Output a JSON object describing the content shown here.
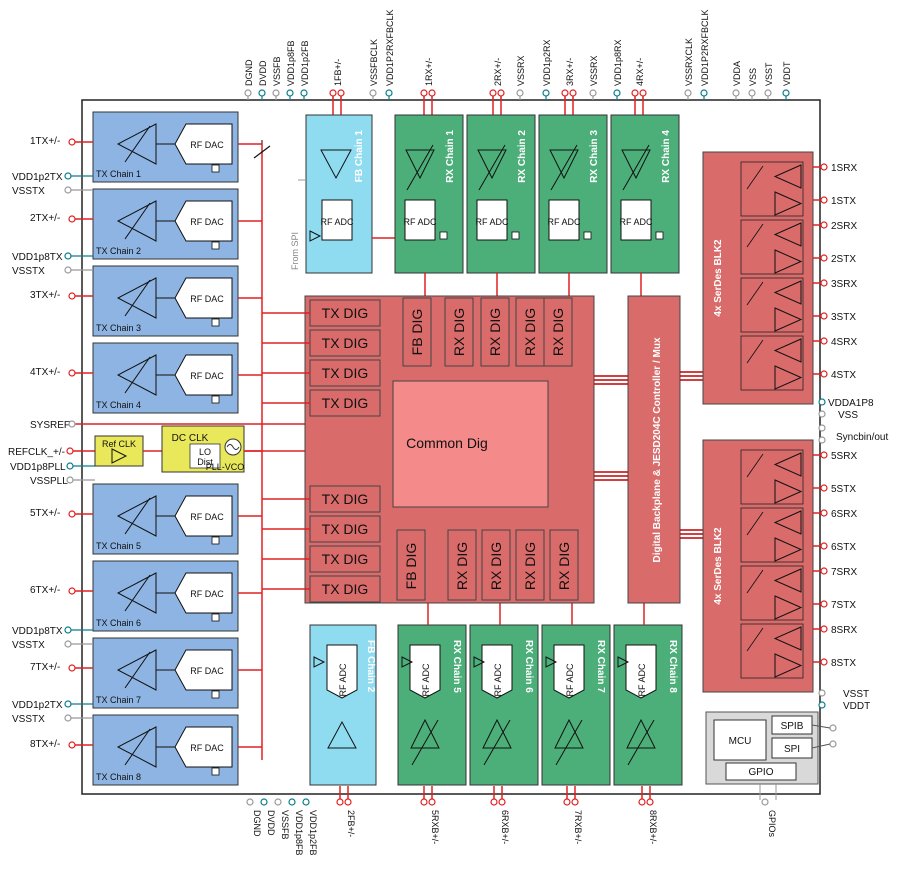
{
  "colors": {
    "tx_fill": "#8db4e2",
    "fb_fill": "#8fdcf0",
    "rx_fill": "#4caf7a",
    "dig_fill": "#d96b6b",
    "common_fill": "#f48a8a",
    "serdes_fill": "#d96b6b",
    "refclk_fill": "#e8e85a",
    "wire": "#e02020",
    "mcu_fill": "#d9d9d9"
  },
  "tx_chains": [
    {
      "name": "TX Chain 1",
      "pin": "1TX+/-",
      "dac": "RF DAC"
    },
    {
      "name": "TX Chain 2",
      "pin": "2TX+/-",
      "dac": "RF DAC"
    },
    {
      "name": "TX Chain 3",
      "pin": "3TX+/-",
      "dac": "RF DAC"
    },
    {
      "name": "TX Chain 4",
      "pin": "4TX+/-",
      "dac": "RF DAC"
    },
    {
      "name": "TX Chain 5",
      "pin": "5TX+/-",
      "dac": "RF DAC"
    },
    {
      "name": "TX Chain 6",
      "pin": "6TX+/-",
      "dac": "RF DAC"
    },
    {
      "name": "TX Chain 7",
      "pin": "7TX+/-",
      "dac": "RF DAC"
    },
    {
      "name": "TX Chain 8",
      "pin": "8TX+/-",
      "dac": "RF DAC"
    }
  ],
  "left_supply_labels": [
    "VDD1p2TX",
    "VSSTX",
    "VDD1p8TX",
    "VSSTX",
    "VDD1p8TX",
    "VSSTX",
    "VDD1p2TX",
    "VSSTX"
  ],
  "left_clock_labels": [
    "SYSREF",
    "REFCLK_+/-",
    "VDD1p8PLL",
    "VSSPLL"
  ],
  "clock_block": {
    "ref_clk": "Ref CLK",
    "dc_clk": "DC CLK",
    "lo": "LO",
    "dist": "Dist",
    "pll": "PLL-VCO"
  },
  "fb_chains": [
    {
      "name": "FB Chain 1",
      "adc": "RF ADC",
      "pin": "1FB+/-"
    },
    {
      "name": "FB Chain 2",
      "adc": "RF ADC",
      "pin": "2FB+/-"
    }
  ],
  "rx_chains_top": [
    {
      "name": "RX Chain 1",
      "adc": "RF ADC",
      "pin": "1RX+/-"
    },
    {
      "name": "RX Chain 2",
      "adc": "RF ADC",
      "pin": "2RX+/-"
    },
    {
      "name": "RX Chain 3",
      "adc": "RF ADC",
      "pin": "3RX+/-"
    },
    {
      "name": "RX Chain 4",
      "adc": "RF ADC",
      "pin": "4RX+/-"
    }
  ],
  "rx_chains_bottom": [
    {
      "name": "RX Chain 5",
      "adc": "RF ADC",
      "pin": "5RXB+/-"
    },
    {
      "name": "RX Chain 6",
      "adc": "RF ADC",
      "pin": "6RXB+/-"
    },
    {
      "name": "RX Chain 7",
      "adc": "RF ADC",
      "pin": "7RXB+/-"
    },
    {
      "name": "RX Chain 8",
      "adc": "RF ADC",
      "pin": "8RXB+/-"
    }
  ],
  "top_pins": [
    "DGND",
    "DVDD",
    "VSSFB",
    "VDD1p8FB",
    "VDD1p2FB",
    "1FB+/-",
    "VSSFBCLK",
    "VDD1P2RXFBCLK",
    "1RX+/-",
    "2RX+/-",
    "VSSRX",
    "VDD1p2RX",
    "3RX+/-",
    "VSSRX",
    "VDD1p8RX",
    "4RX+/-",
    "VSSRXCLK",
    "VDD1P2RXFBCLK",
    "VDDA",
    "VSS",
    "VSST",
    "VDDT"
  ],
  "bottom_pins": [
    "DGND",
    "DVDD",
    "VSSFB",
    "VDD1p8FB",
    "VDD1p2FB",
    "2FB+/-",
    "5RXB+/-",
    "6RXB+/-",
    "7RXB+/-",
    "8RXB+/-",
    "GPIOs"
  ],
  "digital": {
    "tx_dig": "TX DIG",
    "fb_dig": "FB DIG",
    "rx_dig": "RX DIG",
    "common": "Common Dig",
    "backplane": "Digital Backplane & JESD204C Controller / Mux"
  },
  "serdes": {
    "block1": "4x SerDes BLK2",
    "block2": "4x SerDes BLK2",
    "pins1": [
      "1SRX",
      "1STX",
      "2SRX",
      "2STX",
      "3SRX",
      "3STX",
      "4SRX",
      "4STX"
    ],
    "pins2": [
      "5SRX",
      "5STX",
      "6SRX",
      "6STX",
      "7SRX",
      "7STX",
      "8SRX",
      "8STX"
    ]
  },
  "right_misc_pins": [
    "VDDA1P8",
    "VSS",
    "Syncbin/out"
  ],
  "right_bottom_pins": [
    "VSST",
    "VDDT"
  ],
  "mcu": {
    "mcu": "MCU",
    "spib": "SPIB",
    "spi": "SPI",
    "gpio": "GPIO"
  },
  "from_spi": "From SPI"
}
